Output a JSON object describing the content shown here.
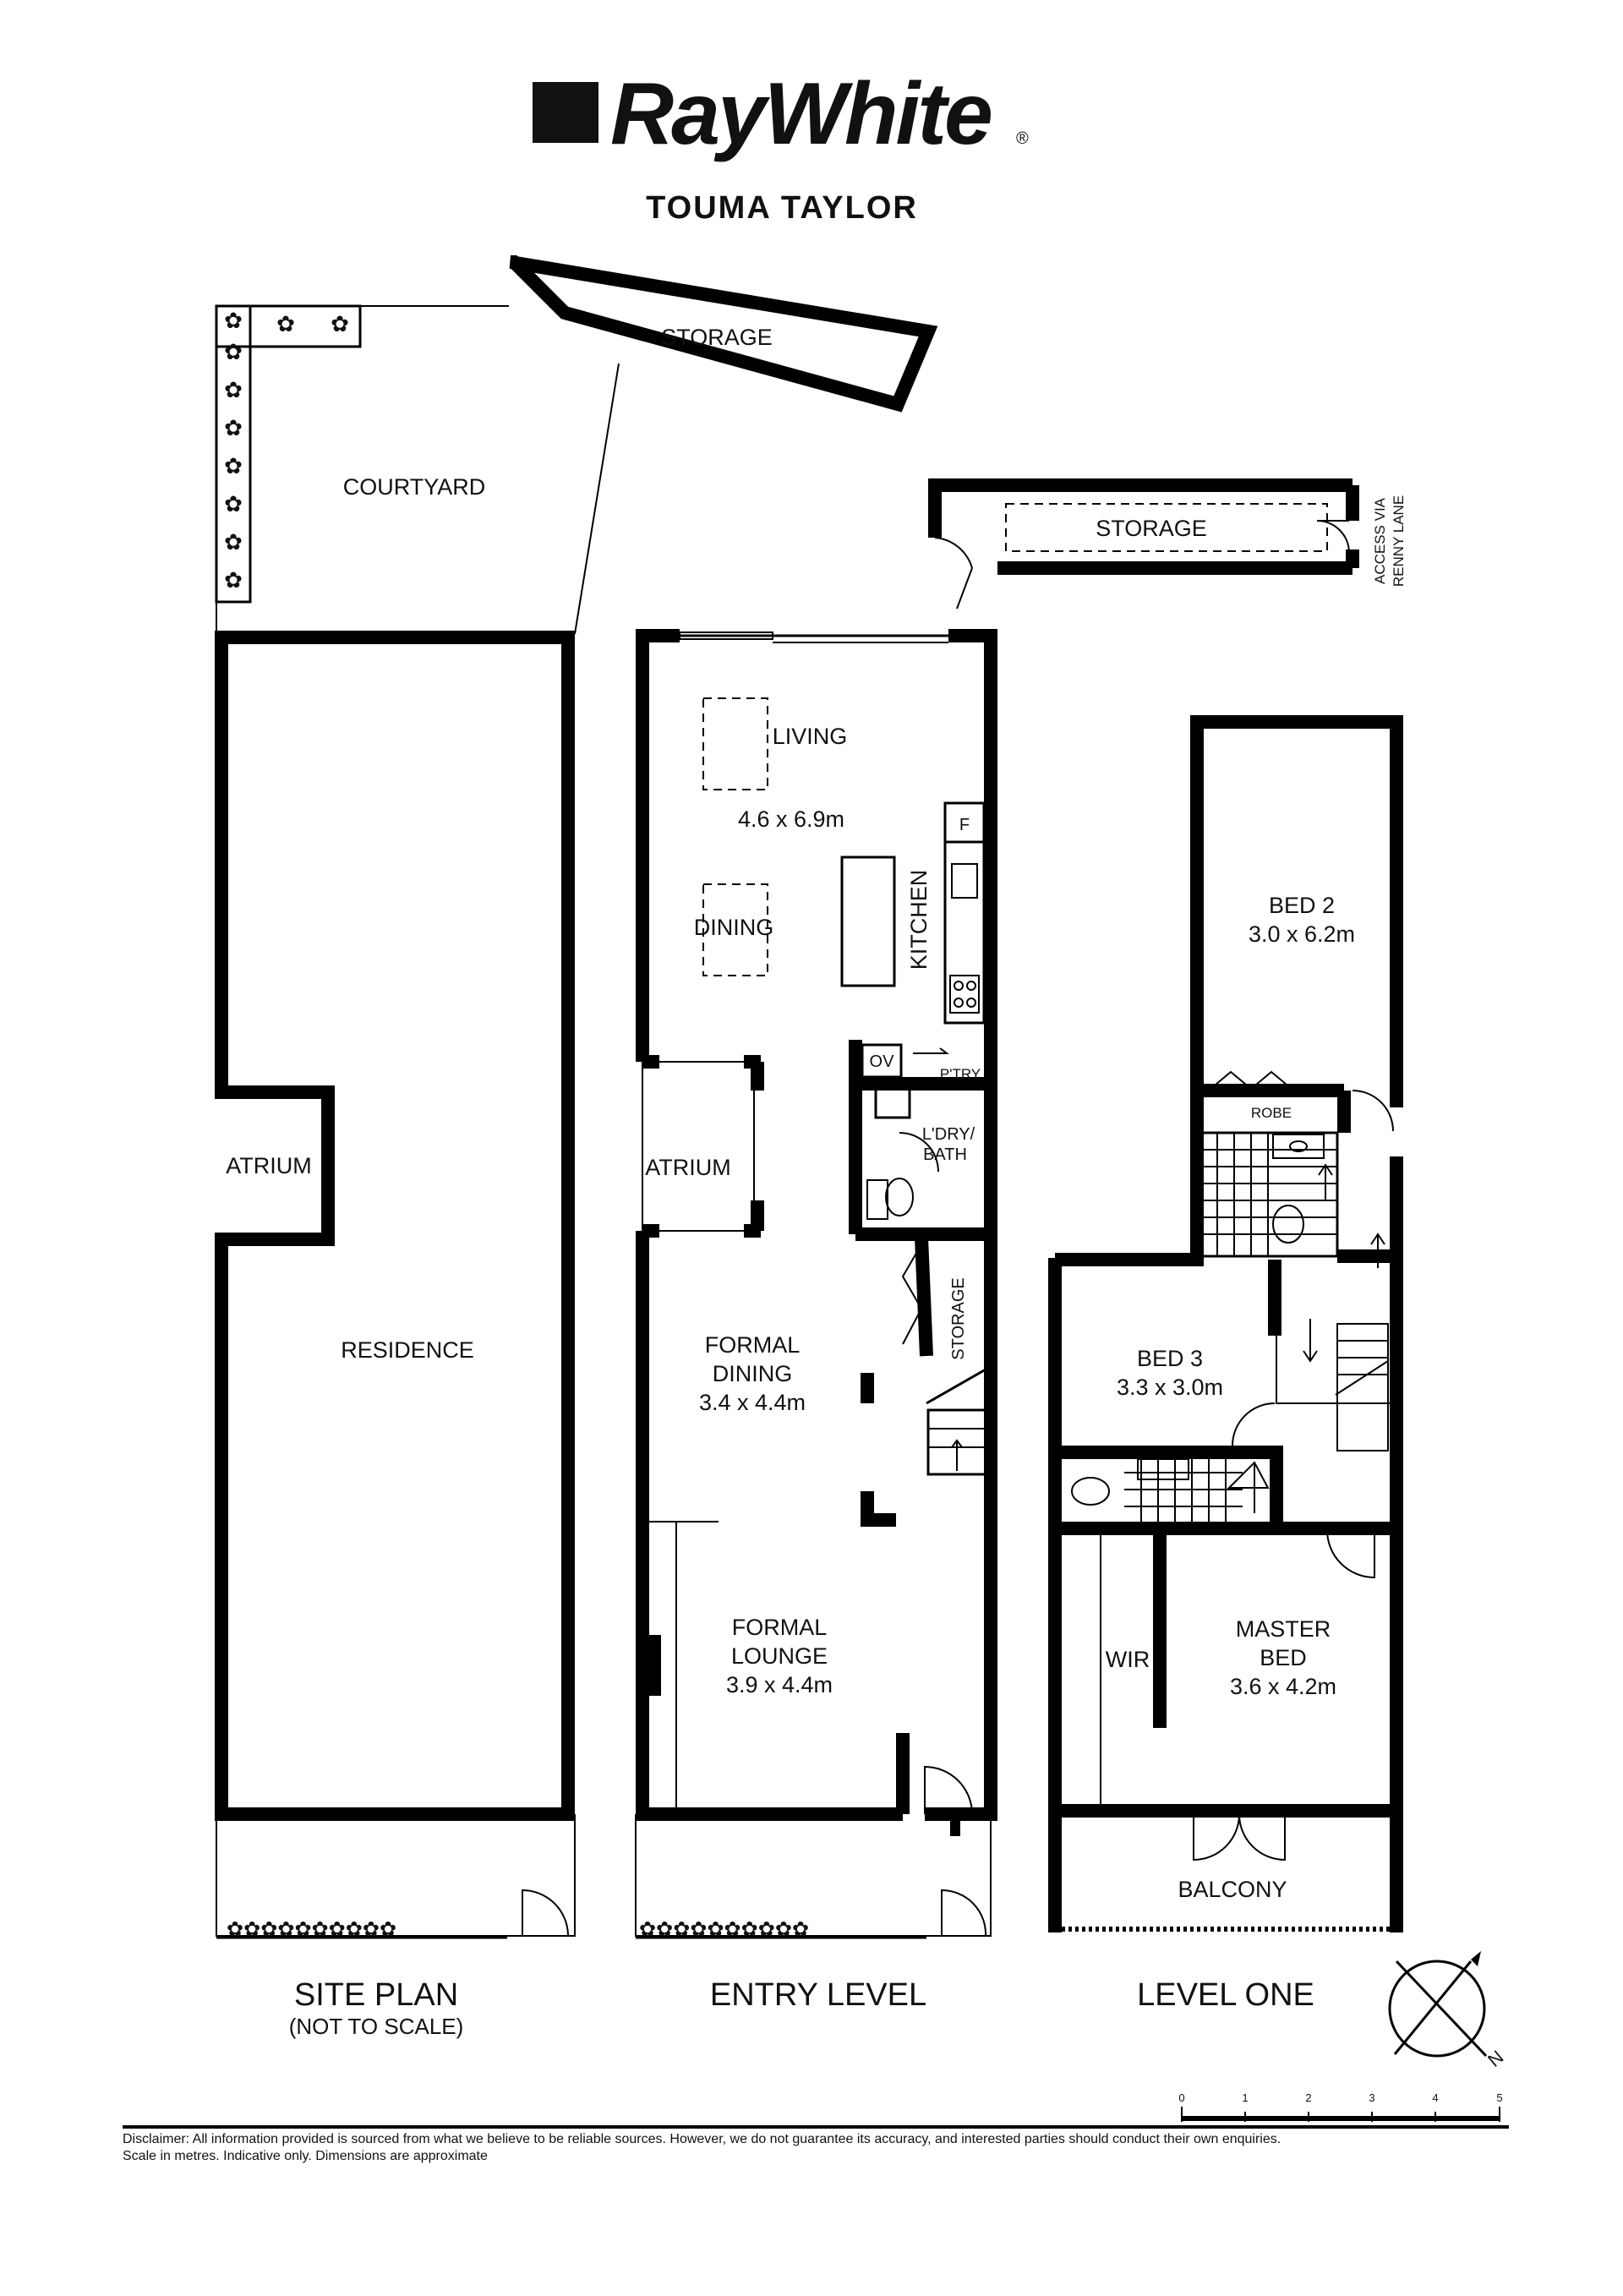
{
  "brand": {
    "name": "RayWhite",
    "registered_mark": "®",
    "office": "TOUMA TAYLOR"
  },
  "sections": {
    "site_plan": "SITE PLAN",
    "site_plan_note": "(NOT TO SCALE)",
    "entry_level": "ENTRY LEVEL",
    "level_one": "LEVEL ONE"
  },
  "site_plan": {
    "courtyard": "COURTYARD",
    "storage": "STORAGE",
    "atrium": "ATRIUM",
    "residence": "RESIDENCE"
  },
  "entry_level": {
    "storage_top": "STORAGE",
    "access_line1": "ACCESS VIA",
    "access_line2": "RENNY LANE",
    "living": "LIVING",
    "living_dims": "4.6 x 6.9m",
    "dining": "DINING",
    "kitchen": "KITCHEN",
    "fridge": "F",
    "oven": "OV",
    "pantry": "P'TRY",
    "laundry": "L'DRY/",
    "bath": "BATH",
    "atrium": "ATRIUM",
    "formal_dining_1": "FORMAL",
    "formal_dining_2": "DINING",
    "formal_dining_dims": "3.4 x 4.4m",
    "storage_side": "STORAGE",
    "formal_lounge_1": "FORMAL",
    "formal_lounge_2": "LOUNGE",
    "formal_lounge_dims": "3.9 x 4.4m"
  },
  "level_one": {
    "bed2": "BED 2",
    "bed2_dims": "3.0 x 6.2m",
    "robe": "ROBE",
    "bed3": "BED 3",
    "bed3_dims": "3.3 x 3.0m",
    "wir": "WIR",
    "master_1": "MASTER",
    "master_2": "BED",
    "master_dims": "3.6 x 4.2m",
    "balcony": "BALCONY"
  },
  "compass": {
    "north": "N"
  },
  "scale_bar": {
    "ticks": [
      "0",
      "1",
      "2",
      "3",
      "4",
      "5"
    ]
  },
  "disclaimer": {
    "line1": "Disclaimer: All information provided is sourced from what we believe to be reliable sources. However, we do not guarantee  its accuracy, and interested parties should conduct their own enquiries.",
    "line2": "Scale in metres. Indicative only. Dimensions are approximate"
  }
}
